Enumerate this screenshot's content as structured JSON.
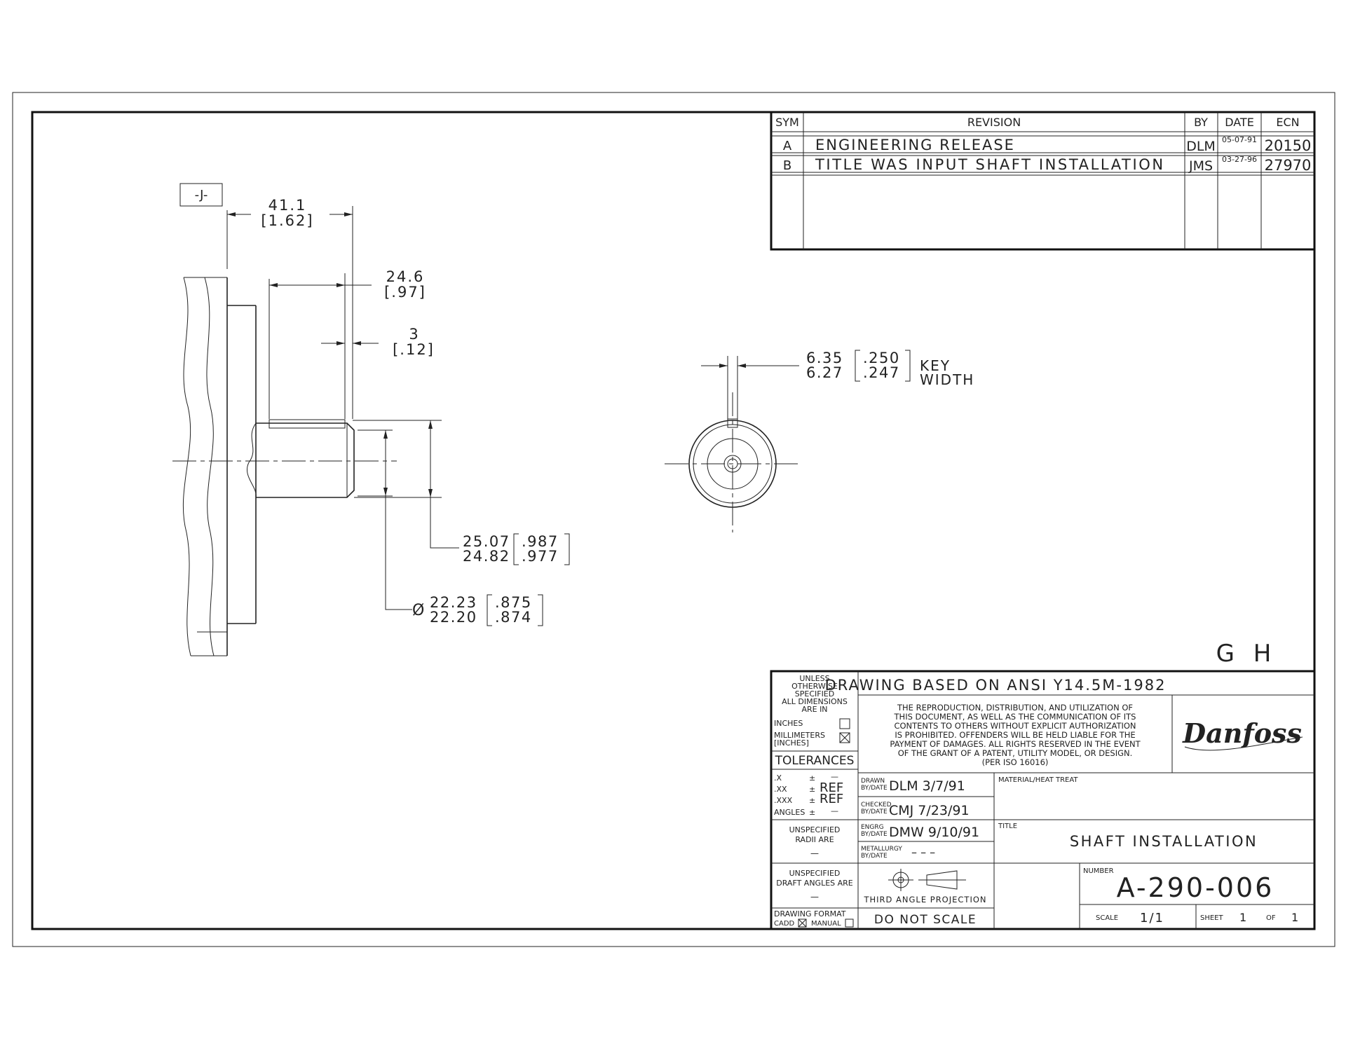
{
  "revision_block": {
    "headers": {
      "sym": "SYM",
      "revision": "REVISION",
      "by": "BY",
      "date": "DATE",
      "ecn": "ECN"
    },
    "rows": [
      {
        "sym": "A",
        "revision": "ENGINEERING RELEASE",
        "by": "DLM",
        "date": "05-07-91",
        "ecn": "20150"
      },
      {
        "sym": "B",
        "revision": "TITLE WAS INPUT SHAFT INSTALLATION",
        "by": "JMS",
        "date": "03-27-96",
        "ecn": "27970"
      }
    ]
  },
  "datum": "-J-",
  "dimensions": {
    "d1": {
      "mm": "41.1",
      "in": "[1.62]"
    },
    "d2": {
      "mm": "24.6",
      "in": "[.97]"
    },
    "d3": {
      "mm": "3",
      "in": "[.12]"
    },
    "key": {
      "mm_max": "6.35",
      "mm_min": "6.27",
      "in_max": ".250",
      "in_min": ".247",
      "label_1": "KEY",
      "label_2": "WIDTH"
    },
    "len": {
      "mm_max": "25.07",
      "mm_min": "24.82",
      "in_max": ".987",
      "in_min": ".977"
    },
    "dia": {
      "symbol": "Ø",
      "mm_max": "22.23",
      "mm_min": "22.20",
      "in_max": ".875",
      "in_min": ".874"
    }
  },
  "zone_letters": "G H",
  "title_block": {
    "units_note": [
      "UNLESS",
      "OTHERWISE",
      "SPECIFIED",
      "ALL DIMENSIONS",
      "ARE IN"
    ],
    "inches_label": "INCHES",
    "mm_label_1": "MILLIMETERS",
    "mm_label_2": "[INCHES]",
    "tolerances_title": "TOLERANCES",
    "tolerances": [
      {
        "key": ".X",
        "sign": "±",
        "value": "—"
      },
      {
        "key": ".XX",
        "sign": "±",
        "value": "REF"
      },
      {
        "key": ".XXX",
        "sign": "±",
        "value": "REF"
      },
      {
        "key": "ANGLES",
        "sign": "±",
        "value": "—"
      }
    ],
    "radii_1": "UNSPECIFIED",
    "radii_2": "RADII ARE",
    "radii_value": "—",
    "draft_1": "UNSPECIFIED",
    "draft_2": "DRAFT ANGLES ARE",
    "draft_value": "—",
    "format_label": "DRAWING FORMAT",
    "cadd_label": "CADD",
    "manual_label": "MANUAL",
    "standard": "DRAWING BASED ON ANSI Y14.5M-1982",
    "legal": [
      "THE REPRODUCTION, DISTRIBUTION, AND UTILIZATION OF",
      "THIS DOCUMENT, AS WELL AS THE COMMUNICATION OF ITS",
      "CONTENTS TO OTHERS WITHOUT EXPLICIT AUTHORIZATION",
      "IS PROHIBITED.  OFFENDERS WILL BE HELD LIABLE FOR THE",
      "PAYMENT OF DAMAGES.  ALL RIGHTS RESERVED IN THE EVENT",
      "OF THE GRANT OF A PATENT, UTILITY MODEL, OR DESIGN.",
      "(PER ISO 16016)"
    ],
    "logo_text": "Danfoss",
    "drawn_label_1": "DRAWN",
    "drawn_label_2": "BY/DATE",
    "drawn_value": "DLM 3/7/91",
    "checked_label_1": "CHECKED",
    "checked_label_2": "BY/DATE",
    "checked_value": "CMJ 7/23/91",
    "engrg_label_1": "ENGRG",
    "engrg_label_2": "BY/DATE",
    "engrg_value": "DMW 9/10/91",
    "metallurgy_label_1": "METALLURGY",
    "metallurgy_label_2": "BY/DATE",
    "metallurgy_value": "– – –",
    "material_label": "MATERIAL/HEAT TREAT",
    "title_label": "TITLE",
    "title_value": "SHAFT INSTALLATION",
    "projection_label": "THIRD ANGLE PROJECTION",
    "number_label": "NUMBER",
    "number_value": "A-290-006",
    "do_not_scale": "DO NOT SCALE",
    "scale_label": "SCALE",
    "scale_value": "1/1",
    "sheet_label": "SHEET",
    "sheet_value": "1",
    "of_label": "OF",
    "of_value": "1"
  }
}
